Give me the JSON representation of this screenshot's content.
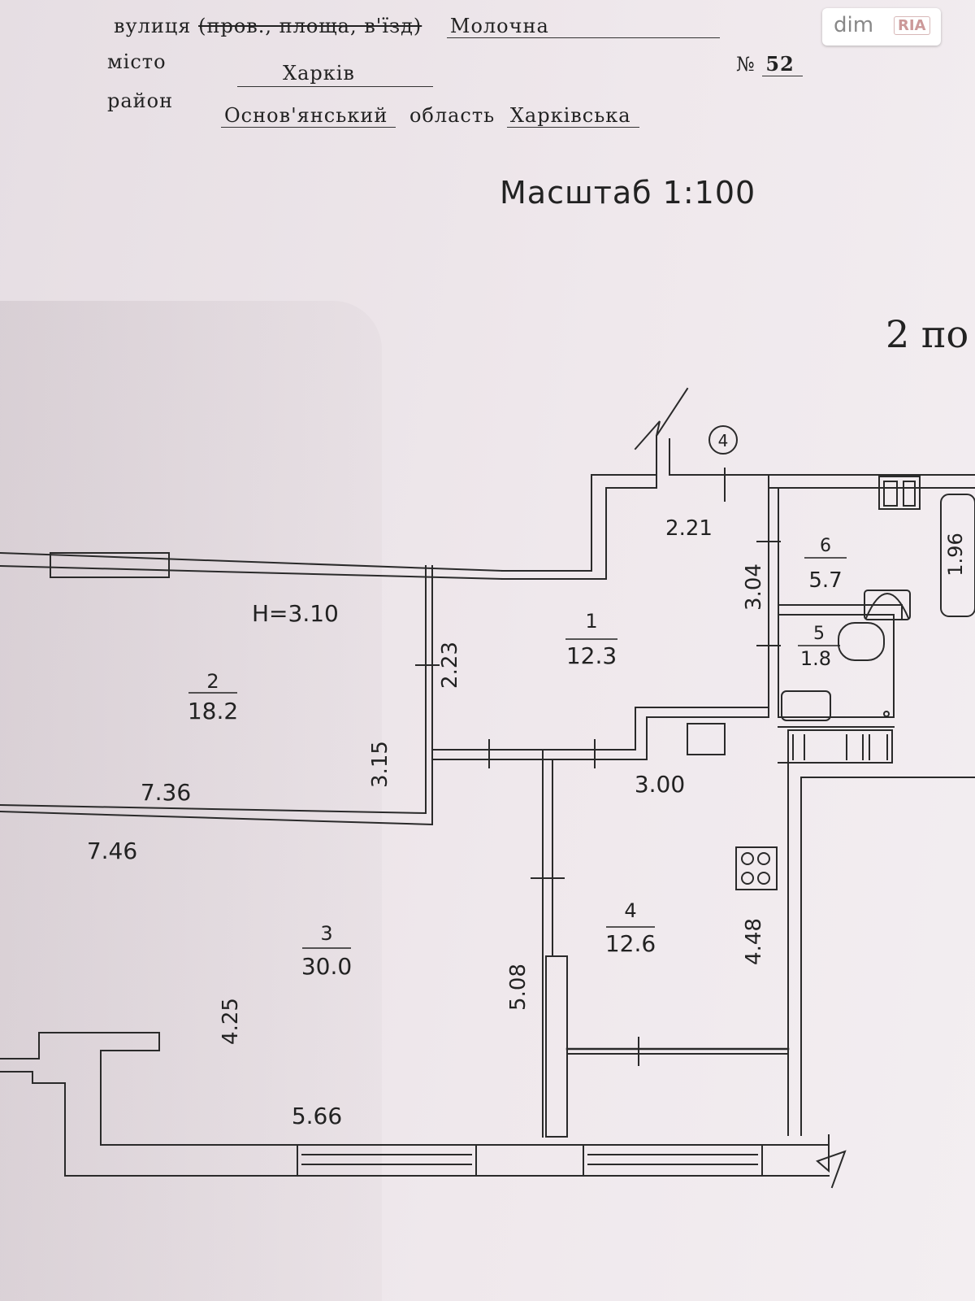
{
  "header": {
    "street_label": "вулиця",
    "street_note": "(пров., площа, в'їзд)",
    "street_value": "Молочна",
    "number_label": "№",
    "number_value": "52",
    "city_label": "місто",
    "city_value": "Харків",
    "district_label": "район",
    "district_value": "Основ'янський",
    "region_label": "область",
    "region_value": "Харківська"
  },
  "scale_text": "Масштаб 1:100",
  "floor_text": "2 по",
  "logo": {
    "text_dim": "dim",
    "text_ria": "RIA"
  },
  "plan": {
    "axis_marker": "4",
    "height_label": "H=3.10",
    "rooms": [
      {
        "number": "1",
        "area": "12.3"
      },
      {
        "number": "2",
        "area": "18.2"
      },
      {
        "number": "3",
        "area": "30.0"
      },
      {
        "number": "4",
        "area": "12.6"
      },
      {
        "number": "5",
        "area": "1.8"
      },
      {
        "number": "6",
        "area": "5.7"
      }
    ],
    "dimensions": [
      "2.21",
      "3.04",
      "2.23",
      "1.96",
      "3.15",
      "7.36",
      "7.46",
      "3.00",
      "4.48",
      "5.08",
      "4.25",
      "5.66"
    ]
  },
  "colors": {
    "paper": "#efe8ec",
    "ink": "#222222"
  }
}
